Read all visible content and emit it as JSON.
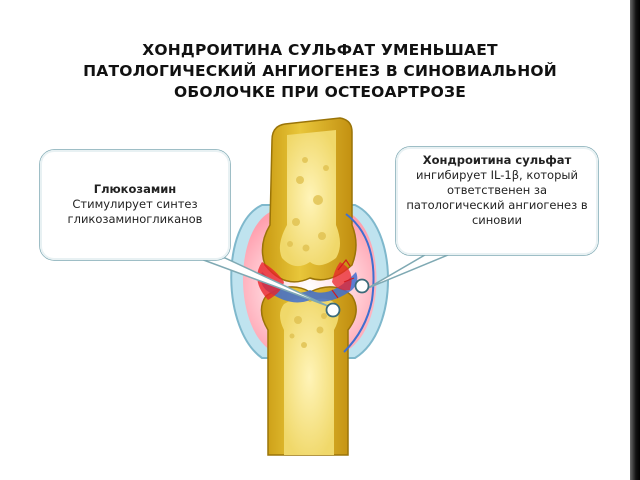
{
  "title": {
    "line1": "ХОНДРОИТИНА СУЛЬФАТ УМЕНЬШАЕТ",
    "line2": "ПАТОЛОГИЧЕСКИЙ АНГИОГЕНЕЗ В СИНОВИАЛЬНОЙ",
    "line3": "ОБОЛОЧКЕ ПРИ ОСТЕОАРТРОЗЕ"
  },
  "callouts": {
    "left": {
      "heading": "Глюкозамин",
      "line1": "Стимулирует синтез",
      "line2": "гликозаминогликанов"
    },
    "right": {
      "heading": "Хондроитина сульфат",
      "line1": "ингибирует IL-1β, который",
      "line2": "ответственен за",
      "line3": "патологический ангиогенез в",
      "line4": "синовии"
    }
  },
  "colors": {
    "bone_outer": "#d9b51c",
    "bone_inner": "#f2e48a",
    "synovium": "#ffb7c2",
    "cartilage": "#3f6fd0",
    "inflammation": "#e8232a",
    "callout_border": "#7fa9b3"
  }
}
